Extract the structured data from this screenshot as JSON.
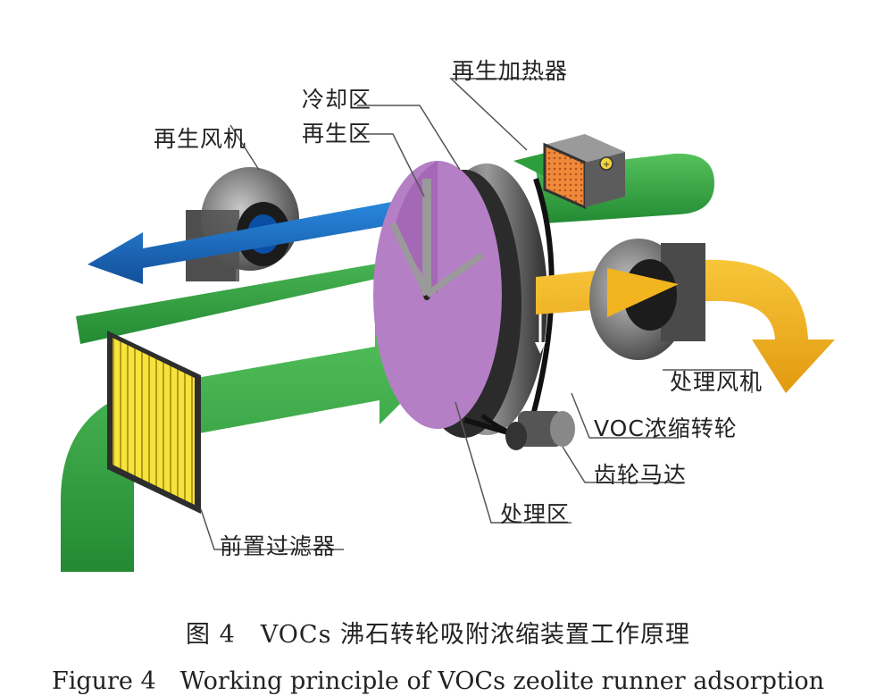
{
  "labels": {
    "regen_heater": "再生加热器",
    "cooling_zone": "冷却区",
    "regen_zone": "再生区",
    "regen_fan": "再生风机",
    "process_fan": "处理风机",
    "voc_rotor": "VOC浓缩转轮",
    "gear_motor": "齿轮马达",
    "process_zone": "处理区",
    "prefilter": "前置过滤器"
  },
  "caption": {
    "chinese": "图 4　VOCs 沸石转轮吸附浓缩装置工作原理",
    "english": "Figure 4　Working principle of VOCs zeolite runner adsorption"
  },
  "colors": {
    "green": "#2e9e3c",
    "green_light": "#44b84d",
    "blue": "#1a6fc4",
    "yellow": "#f2b51f",
    "purple": "#b47fc4",
    "filter": "#f3e13a",
    "heater": "#e8762a",
    "metal": "#6d6d6d"
  }
}
